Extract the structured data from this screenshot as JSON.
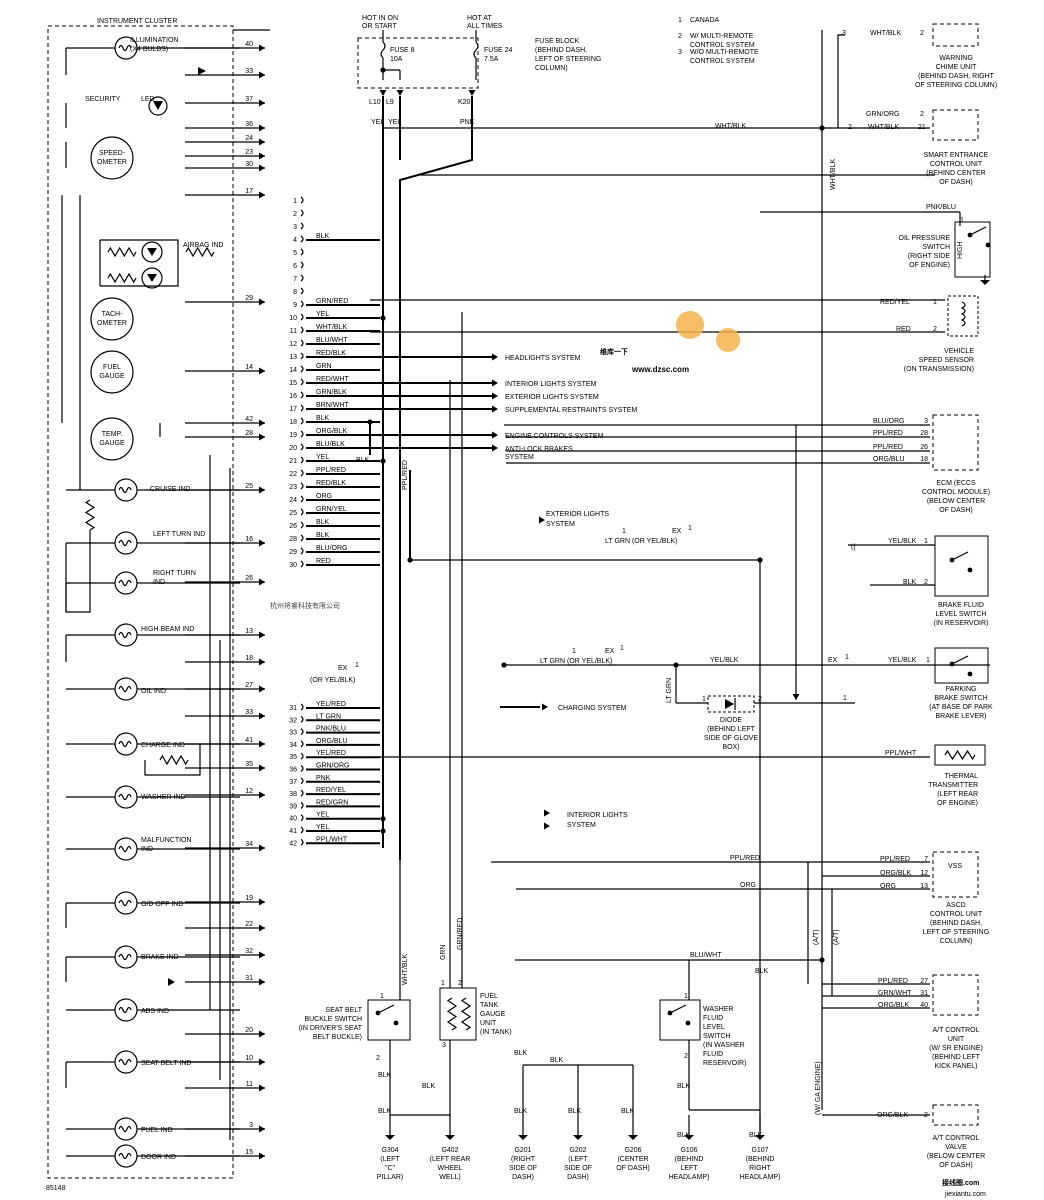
{
  "header": {
    "title": "INSTRUMENT CLUSTER",
    "hot_run_start": [
      "HOT IN ON",
      "OR START"
    ],
    "hot_all_times": [
      "HOT AT",
      "ALL TIMES"
    ],
    "fuse8": [
      "FUSE 8",
      "10A"
    ],
    "fuse24": [
      "FUSE 24",
      "7.5A"
    ],
    "fuse_block": [
      "FUSE BLOCK",
      "(BEHIND DASH,",
      "LEFT OF STEERING",
      "COLUMN)"
    ],
    "fuse_pins": [
      "L10",
      "L9",
      "K20"
    ],
    "fuse_wires": [
      "YEL",
      "YEL",
      "PNK"
    ]
  },
  "notes": [
    {
      "num": "1",
      "text": "CANADA"
    },
    {
      "num": "2",
      "text": "W/ MULTI-REMOTE CONTROL SYSTEM"
    },
    {
      "num": "3",
      "text": "W/O MULTI-REMOTE CONTROL SYSTEM"
    }
  ],
  "cluster_items": [
    {
      "label": "ILLUMINATION (X4 BULBS)",
      "pins": [
        "40",
        "33"
      ]
    },
    {
      "label": "SECURITY LED",
      "pins": [
        "37",
        "36"
      ]
    },
    {
      "label": "SPEEDOMETER",
      "pins": [
        "24",
        "23",
        "30"
      ]
    },
    {
      "label": "AIRBAG IND",
      "pins": [
        "17"
      ]
    },
    {
      "label": "TACHOMETER",
      "pins": [
        "29"
      ]
    },
    {
      "label": "FUEL GAUGE",
      "pins": [
        "14"
      ]
    },
    {
      "label": "TEMP. GAUGE",
      "pins": [
        "42",
        "28"
      ]
    },
    {
      "label": "CRUISE IND",
      "pins": [
        "25"
      ]
    },
    {
      "label": "LEFT TURN IND",
      "pins": [
        "16"
      ]
    },
    {
      "label": "RIGHT TURN IND",
      "pins": [
        "26"
      ]
    },
    {
      "label": "HIGH BEAM IND",
      "pins": [
        "13",
        "18"
      ]
    },
    {
      "label": "OIL IND",
      "pins": [
        "27"
      ]
    },
    {
      "label": "CHARGE IND",
      "pins": [
        "33",
        "41",
        "35"
      ]
    },
    {
      "label": "WASHER IND",
      "pins": [
        "12"
      ]
    },
    {
      "label": "MALFUNCTION IND",
      "pins": [
        "34"
      ]
    },
    {
      "label": "O/D OFF IND",
      "pins": [
        "19",
        "22"
      ]
    },
    {
      "label": "BRAKE IND",
      "pins": [
        "32",
        "31"
      ]
    },
    {
      "label": "ABS IND",
      "pins": [
        "20"
      ]
    },
    {
      "label": "SEAT BELT IND",
      "pins": [
        "10",
        "11"
      ]
    },
    {
      "label": "FUEL IND",
      "pins": [
        "3"
      ]
    },
    {
      "label": "DOOR IND",
      "pins": [
        "15"
      ]
    }
  ],
  "connector_rows": [
    {
      "pin": "1",
      "wire": ""
    },
    {
      "pin": "2",
      "wire": ""
    },
    {
      "pin": "3",
      "wire": ""
    },
    {
      "pin": "4",
      "wire": "BLK"
    },
    {
      "pin": "5",
      "wire": ""
    },
    {
      "pin": "6",
      "wire": ""
    },
    {
      "pin": "7",
      "wire": ""
    },
    {
      "pin": "8",
      "wire": ""
    },
    {
      "pin": "9",
      "wire": "GRN/RED"
    },
    {
      "pin": "10",
      "wire": "YEL"
    },
    {
      "pin": "11",
      "wire": "WHT/BLK"
    },
    {
      "pin": "12",
      "wire": "BLU/WHT"
    },
    {
      "pin": "13",
      "wire": "RED/BLK"
    },
    {
      "pin": "14",
      "wire": "GRN"
    },
    {
      "pin": "15",
      "wire": "RED/WHT"
    },
    {
      "pin": "16",
      "wire": "GRN/BLK"
    },
    {
      "pin": "17",
      "wire": "BRN/WHT"
    },
    {
      "pin": "18",
      "wire": "BLK"
    },
    {
      "pin": "19",
      "wire": "ORG/BLK"
    },
    {
      "pin": "20",
      "wire": "BLU/BLK"
    },
    {
      "pin": "21",
      "wire": "YEL"
    },
    {
      "pin": "22",
      "wire": "PPL/RED"
    },
    {
      "pin": "23",
      "wire": "RED/BLK"
    },
    {
      "pin": "24",
      "wire": "ORG"
    },
    {
      "pin": "25",
      "wire": "GRN/YEL"
    },
    {
      "pin": "26",
      "wire": "BLK"
    },
    {
      "pin": "28",
      "wire": "BLK"
    },
    {
      "pin": "29",
      "wire": "BLU/ORG"
    },
    {
      "pin": "30",
      "wire": "RED"
    },
    {
      "pin": "31",
      "wire": "YEL/RED"
    },
    {
      "pin": "32",
      "wire": "LT GRN"
    },
    {
      "pin": "33",
      "wire": "PNK/BLU"
    },
    {
      "pin": "34",
      "wire": "ORG/BLU"
    },
    {
      "pin": "35",
      "wire": "YEL/RED"
    },
    {
      "pin": "36",
      "wire": "GRN/ORG"
    },
    {
      "pin": "37",
      "wire": "PNK"
    },
    {
      "pin": "38",
      "wire": "RED/YEL"
    },
    {
      "pin": "39",
      "wire": "RED/GRN"
    },
    {
      "pin": "40",
      "wire": "YEL"
    },
    {
      "pin": "41",
      "wire": "YEL"
    },
    {
      "pin": "42",
      "wire": "PPL/WHT"
    }
  ],
  "system_refs": {
    "headlights": "HEADLIGHTS SYSTEM",
    "interior": "INTERIOR LIGHTS SYSTEM",
    "exterior": "EXTERIOR LIGHTS SYSTEM",
    "srs": "SUPPLEMENTAL RESTRAINTS SYSTEM",
    "engine": "ENGINE CONTROLS SYSTEM",
    "abs": [
      "ANTI-LOCK BRAKES",
      "SYSTEM"
    ],
    "exterior2": [
      "EXTERIOR LIGHTS",
      "SYSTEM"
    ],
    "charging": "CHARGING SYSTEM",
    "interior2": [
      "INTERIOR LIGHTS",
      "SYSTEM"
    ]
  },
  "mid_labels": {
    "blk_vert": "BLK",
    "ppl_red_vert": "PPL/RED",
    "lt_grn_or": "LT GRN (OR YEL/BLK)",
    "ex": "EX",
    "ex_or": "(OR YEL/BLK)",
    "yel_blk": "YEL/BLK",
    "lt_grn_vert": "LT GRN",
    "wht_blk_top": "WHT/BLK",
    "wht_blk_vert": "WHT/BLK",
    "ppl_red_h": "PPL/RED",
    "org_h": "ORG",
    "blu_wht": "BLU/WHT",
    "diode": [
      "DIODE",
      "(BEHIND LEFT",
      "SIDE OF GLOVE",
      "BOX)"
    ]
  },
  "right_components": {
    "chime": {
      "wire": "WHT/BLK",
      "pin": "2",
      "note": "3",
      "label": [
        "WARNING",
        "CHIME UNIT",
        "(BEHIND DASH, RIGHT",
        "OF STEERING COLUMN)"
      ]
    },
    "smart": {
      "wires": [
        "GRN/ORG",
        "WHT/BLK"
      ],
      "pins": [
        "2",
        "21"
      ],
      "note": "2",
      "label": [
        "SMART ENTRANCE",
        "CONTROL UNIT",
        "(BEHIND CENTER",
        "OF DASH)"
      ]
    },
    "oil": {
      "wire": "PNK/BLU",
      "pin": "1",
      "label": [
        "OIL PRESSURE",
        "SWITCH",
        "(RIGHT SIDE",
        "OF ENGINE)"
      ],
      "high": "HIGH"
    },
    "vss_sensor": {
      "wires": [
        "RED/YEL",
        "RED"
      ],
      "pins": [
        "1",
        "2"
      ],
      "label": [
        "VEHICLE",
        "SPEED SENSOR",
        "(ON TRANSMISSION)"
      ]
    },
    "ecm": {
      "wires": [
        "BLU/ORG",
        "PPL/RED",
        "PPL/RED",
        "ORG/BLU"
      ],
      "pins": [
        "3",
        "28",
        "26",
        "18"
      ],
      "label": [
        "ECM (ECCS",
        "CONTROL MODULE)",
        "(BELOW CENTER",
        "OF DASH)"
      ]
    },
    "brake_fluid": {
      "wires": [
        "YEL/BLK",
        "BLK"
      ],
      "pins": [
        "1",
        "2"
      ],
      "label": [
        "BRAKE FLUID",
        "LEVEL SWITCH",
        "(IN RESERVOIR)"
      ]
    },
    "parking": {
      "wire": "YEL/BLK",
      "pin": "1",
      "label": [
        "PARKING",
        "BRAKE SWITCH",
        "(AT BASE OF PARK",
        "BRAKE LEVER)"
      ]
    },
    "thermal": {
      "wire": "PPL/WHT",
      "label": [
        "THERMAL",
        "TRANSMITTER",
        "(LEFT REAR",
        "OF ENGINE)"
      ]
    },
    "ascd": {
      "wires": [
        "PPL/RED",
        "ORG/BLK",
        "ORG"
      ],
      "pins": [
        "7",
        "12",
        "13"
      ],
      "vss": "VSS",
      "label": [
        "ASCD",
        "CONTROL UNIT",
        "(BEHIND DASH,",
        "LEFT OF STEERING",
        "COLUMN)"
      ]
    },
    "at_unit": {
      "wires": [
        "PPL/RED",
        "GRN/WHT",
        "ORG/BLK"
      ],
      "pins": [
        "27",
        "31",
        "40"
      ],
      "label": [
        "A/T CONTROL",
        "UNIT",
        "(W/ SR ENGINE)",
        "(BEHIND LEFT",
        "KICK PANEL)"
      ]
    },
    "at_valve": {
      "wire": "ORG/BLK",
      "pin": "2",
      "label": [
        "A/T CONTROL",
        "VALVE",
        "(BELOW CENTER",
        "OF DASH)"
      ]
    },
    "at_vert": "(A/T)",
    "ga_vert": "(W/ GA ENGINE)"
  },
  "bottom": {
    "seatbelt": {
      "wire": "WHT/BLK",
      "label": [
        "SEAT BELT",
        "BUCKLE SWITCH",
        "(IN DRIVER'S SEAT",
        "BELT BUCKLE)"
      ]
    },
    "fuel_tank": {
      "wires": [
        "GRN",
        "GRN/RED"
      ],
      "label": [
        "FUEL",
        "TANK",
        "GAUGE",
        "UNIT",
        "(IN TANK)"
      ]
    },
    "washer": {
      "label": [
        "WASHER",
        "FLUID",
        "LEVEL",
        "SWITCH",
        "(IN WASHER",
        "FLUID",
        "RESERVOIR)"
      ]
    },
    "grounds": [
      {
        "id": "G304",
        "label": [
          "(LEFT",
          "\"C\"",
          "PILLAR)"
        ]
      },
      {
        "id": "G402",
        "label": [
          "(LEFT REAR",
          "WHEEL",
          "WELL)"
        ]
      },
      {
        "id": "G201",
        "label": [
          "(RIGHT",
          "SIDE OF",
          "DASH)"
        ]
      },
      {
        "id": "G202",
        "label": [
          "(LEFT",
          "SIDE OF",
          "DASH)"
        ]
      },
      {
        "id": "G206",
        "label": [
          "(CENTER",
          "OF DASH)"
        ]
      },
      {
        "id": "G106",
        "label": [
          "(BEHIND",
          "LEFT",
          "HEADLAMP)"
        ]
      },
      {
        "id": "G107",
        "label": [
          "(BEHIND",
          "RIGHT",
          "HEADLAMP)"
        ]
      }
    ],
    "blk": "BLK",
    "figure_code": "85148"
  },
  "watermarks": {
    "chinese": "杭州将睿科技有限公司",
    "site": "www.dzsc.com",
    "logo_cn": "维库一下",
    "corner": "接线图.com",
    "corner_url": "jiexiantu.com"
  }
}
